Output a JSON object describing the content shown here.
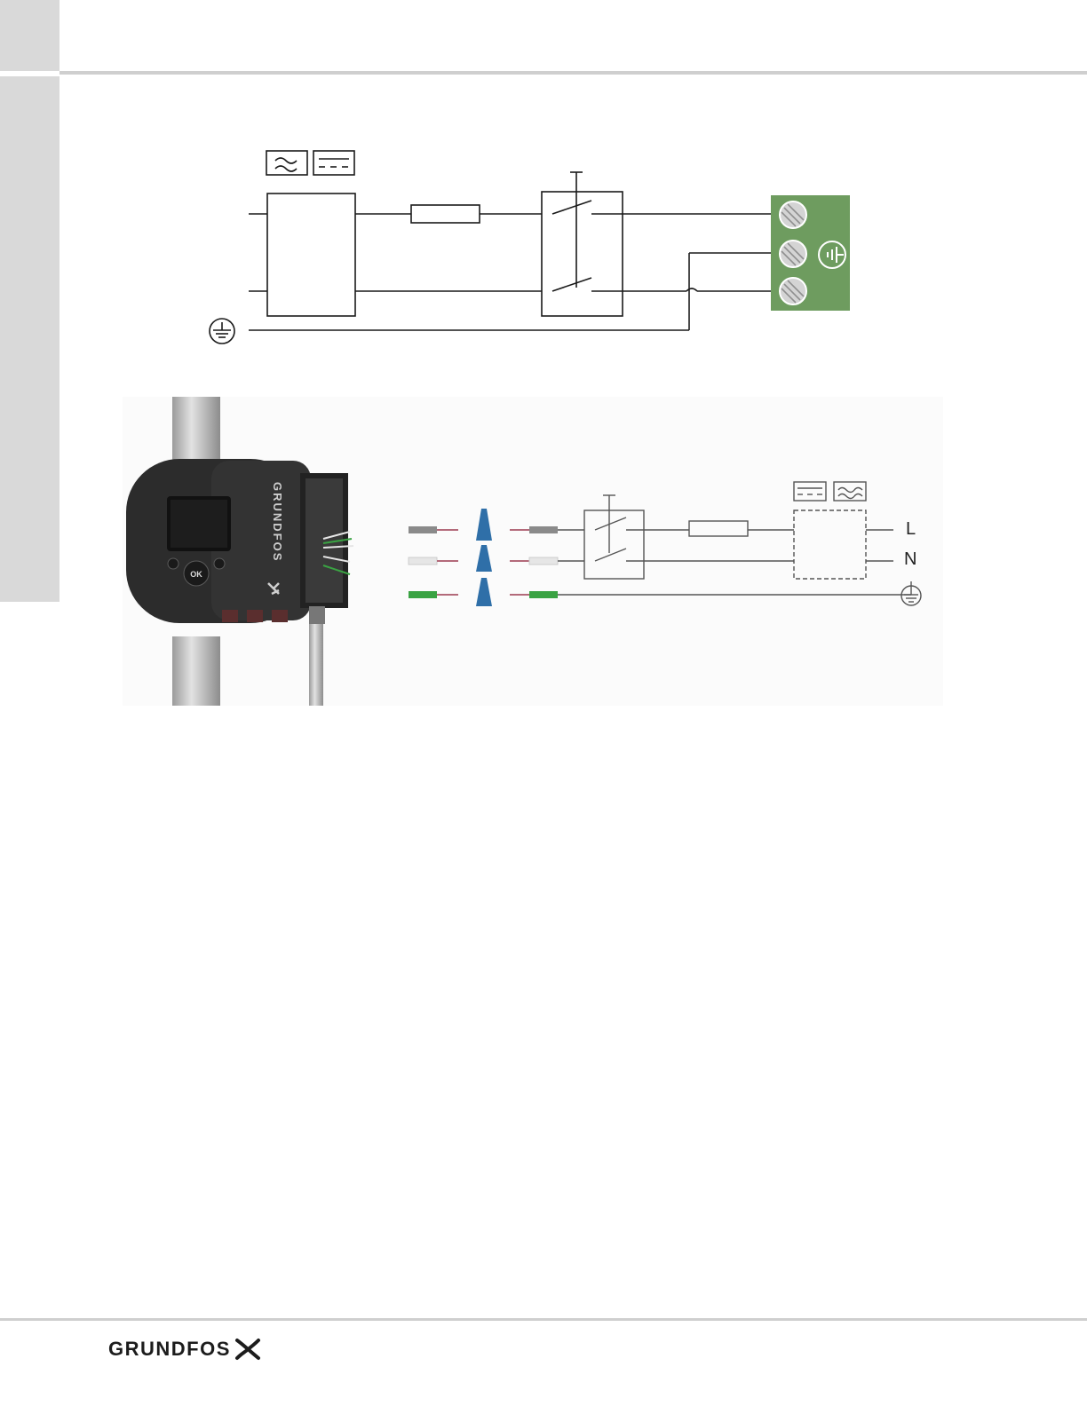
{
  "colors": {
    "terminal_block": "#6e9c5f",
    "wire_grey": "#8a8a8a",
    "wire_white": "#e6e6e6",
    "wire_green": "#3aa343",
    "wire_nut": "#2f6fa8",
    "pump_body": "#2c2c2c",
    "rule": "#cfcfcf",
    "side_tab": "#d9d9d9"
  },
  "icons": [
    "ac-supply-icon",
    "dc-supply-icon",
    "ground-icon",
    "terminal-screw-icon",
    "wire-nut-icon"
  ],
  "pump_photo": {
    "brand_text": "GRUNDFOS",
    "ok_key": "OK"
  },
  "schematic": {
    "label_L": "L",
    "label_N": "N"
  },
  "footer": {
    "logo_text": "GRUNDFOS"
  }
}
